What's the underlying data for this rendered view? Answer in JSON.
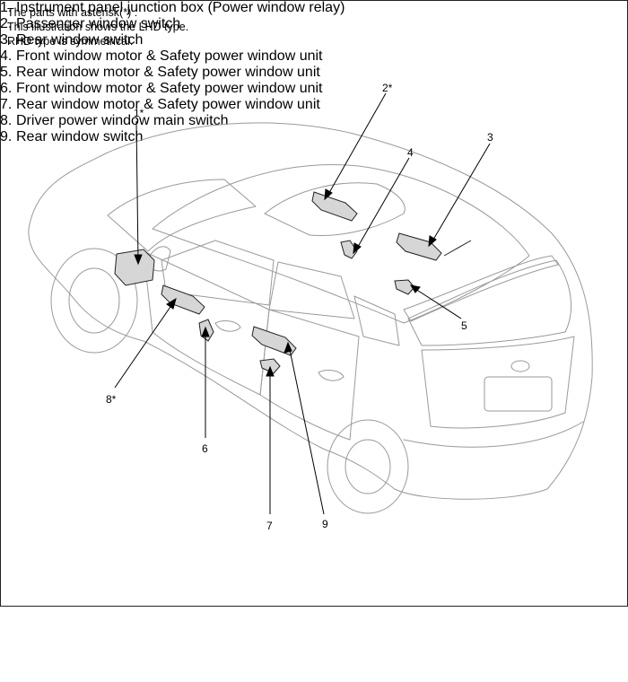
{
  "header": {
    "line1": "The parts with asterisk(*) :",
    "line2": "This illustration shows the LHD type.",
    "line3": "RHD type is symmetrical."
  },
  "callouts": {
    "c1": "1*",
    "c2": "2*",
    "c3": "3",
    "c4": "4",
    "c5": "5",
    "c6": "6",
    "c7": "7",
    "c8": "8*",
    "c9": "9"
  },
  "legend": {
    "left": [
      {
        "num": "1.",
        "text": "Instrument panel junction box (Power window relay)"
      },
      {
        "num": "2.",
        "text": "Passenger window switch"
      },
      {
        "num": "3.",
        "text": "Rear window switch"
      },
      {
        "num": "4.",
        "text": "Front window motor & Safety power window unit"
      },
      {
        "num": "5.",
        "text": "Rear window motor & Safety power window unit"
      }
    ],
    "right": [
      {
        "num": "6.",
        "text": "Front window motor & Safety power window unit"
      },
      {
        "num": "7.",
        "text": "Rear window motor & Safety power window unit"
      },
      {
        "num": "8.",
        "text": "Driver power window main switch"
      },
      {
        "num": "9.",
        "text": "Rear window switch"
      }
    ]
  }
}
